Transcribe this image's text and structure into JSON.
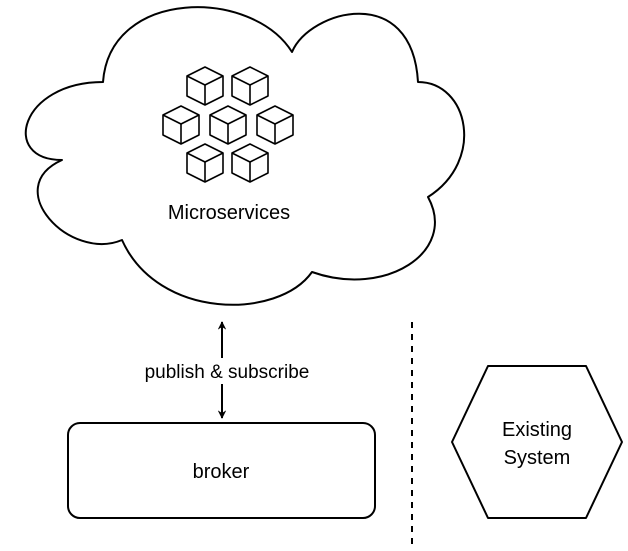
{
  "cloud": {
    "label": "Microservices",
    "icon": "microservices-cubes-icon",
    "cube_count": 7
  },
  "connector": {
    "label": "publish & subscribe",
    "style": "bidirectional-arrow"
  },
  "broker": {
    "label": "broker"
  },
  "divider": {
    "style": "dashed"
  },
  "existing_system": {
    "label_line1": "Existing",
    "label_line2": "System",
    "shape": "hexagon"
  },
  "colors": {
    "stroke": "#000000",
    "fill": "#ffffff"
  }
}
